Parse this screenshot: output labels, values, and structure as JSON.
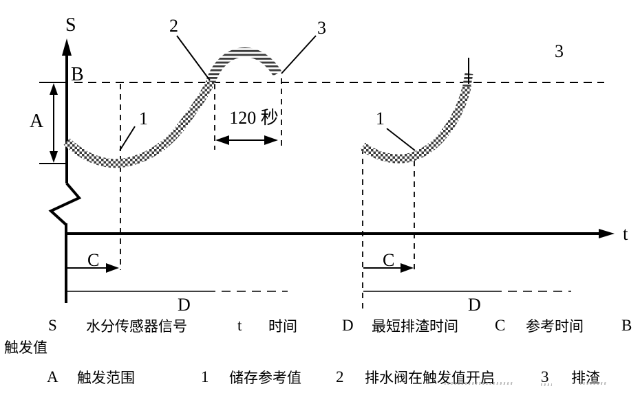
{
  "diagram": {
    "s_axis_label": "S",
    "t_axis_label": "t",
    "trigger_value_label": "B",
    "trigger_range_label": "A",
    "reference_time_label": "C",
    "discharge_time_label": "D",
    "marker_1": "1",
    "marker_2": "2",
    "marker_3": "3",
    "duration_label": "120 秒"
  },
  "legend": {
    "s_key": "S",
    "s_value": "水分传感器信号",
    "t_key": "t",
    "t_value": "时间",
    "d_key": "D",
    "d_value": "最短排渣时间",
    "c_key": "C",
    "c_value": "参考时间",
    "b_key": "B",
    "b_value": "触发值",
    "a_key": "A",
    "a_value": "触发范围",
    "m1_key": "1",
    "m1_value": "储存参考值",
    "m2_key": "2",
    "m2_value": "排水阀在触发值开启",
    "m3_key": "3",
    "m3_value": "排渣"
  },
  "colors": {
    "ink": "#000000",
    "pattern_gray": "#3c3c3c",
    "background": "#ffffff"
  }
}
